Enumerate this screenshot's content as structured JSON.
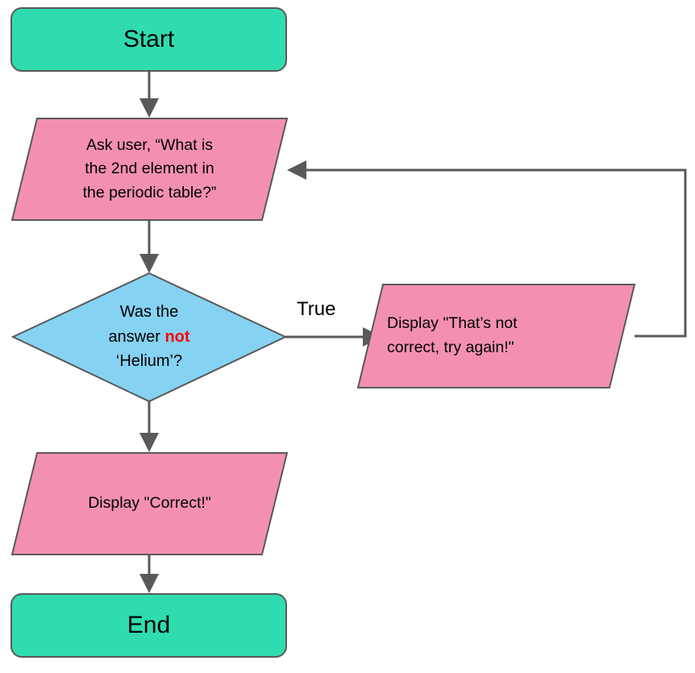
{
  "diagram": {
    "type": "flowchart",
    "title": "Periodic table quiz flowchart",
    "colors": {
      "terminal_fill": "#2fdcaf",
      "io_fill": "#f390b2",
      "decision_fill": "#86d2f2",
      "stroke": "#595959",
      "edge": "#595959",
      "text": "#000000",
      "emphasis": "#ff0000",
      "background": "#ffffff"
    },
    "nodes": [
      {
        "id": "start",
        "shape": "rounded-rectangle",
        "role": "terminal",
        "label": "Start",
        "lines": [
          "Start"
        ]
      },
      {
        "id": "ask-question",
        "shape": "parallelogram",
        "role": "input-output",
        "label": "Ask user, “What is the 2nd element in the periodic table?”",
        "lines": [
          "Ask user, “What is",
          "the 2nd element in",
          "the periodic table?”"
        ]
      },
      {
        "id": "check-answer",
        "shape": "diamond",
        "role": "decision",
        "label": "Was the answer not ‘Helium’?",
        "lines": [
          {
            "text": "Was the"
          },
          {
            "pre": "answer ",
            "emphasis": "not"
          },
          {
            "text": "‘Helium’?"
          }
        ]
      },
      {
        "id": "show-retry",
        "shape": "parallelogram",
        "role": "input-output",
        "label": "Display \"That’s not correct, try again!\"",
        "lines": [
          "Display \"That’s not",
          "correct, try again!\""
        ]
      },
      {
        "id": "show-correct",
        "shape": "parallelogram",
        "role": "input-output",
        "label": "Display \"Correct!\"",
        "lines": [
          "Display \"Correct!\""
        ]
      },
      {
        "id": "end",
        "shape": "rounded-rectangle",
        "role": "terminal",
        "label": "End",
        "lines": [
          "End"
        ]
      }
    ],
    "edges": [
      {
        "id": "start-to-ask",
        "from": "start",
        "to": "ask-question",
        "label": ""
      },
      {
        "id": "ask-to-check",
        "from": "ask-question",
        "to": "check-answer",
        "label": ""
      },
      {
        "id": "check-to-retry",
        "from": "check-answer",
        "to": "show-retry",
        "label": "True"
      },
      {
        "id": "retry-to-ask",
        "from": "show-retry",
        "to": "ask-question",
        "label": ""
      },
      {
        "id": "check-to-correct",
        "from": "check-answer",
        "to": "show-correct",
        "label": ""
      },
      {
        "id": "correct-to-end",
        "from": "show-correct",
        "to": "end",
        "label": ""
      }
    ]
  }
}
